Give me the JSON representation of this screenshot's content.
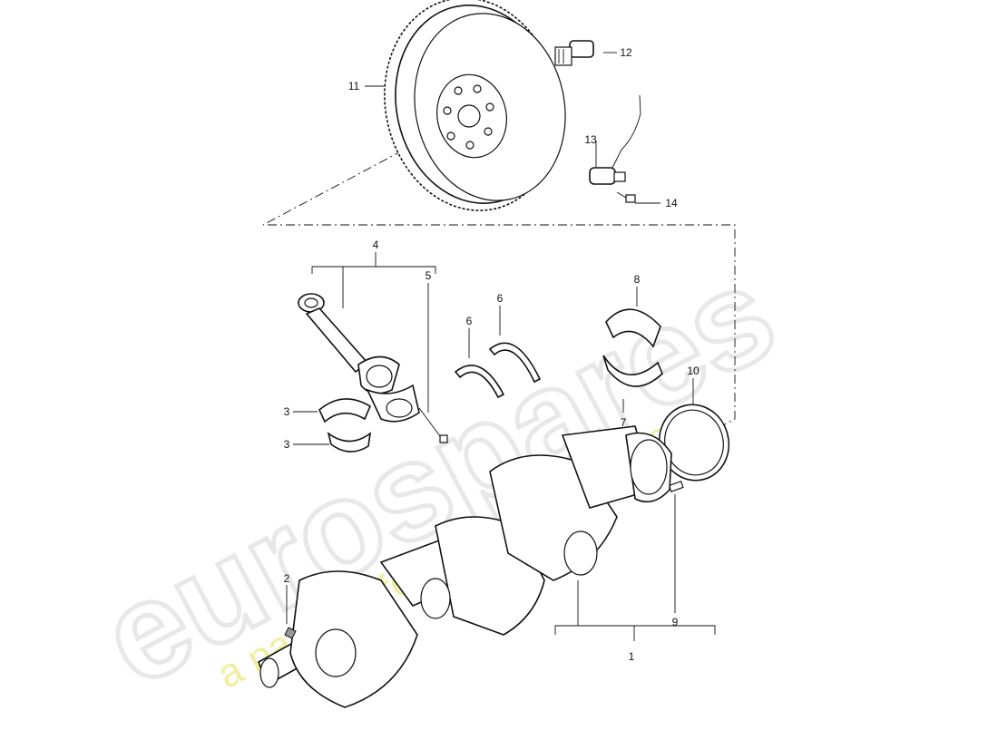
{
  "watermark": {
    "brand": "eurospares",
    "tagline": "a passion for parts since 1985"
  },
  "callouts": [
    {
      "id": "c1",
      "label": "1"
    },
    {
      "id": "c2",
      "label": "2"
    },
    {
      "id": "c3a",
      "label": "3"
    },
    {
      "id": "c3b",
      "label": "3"
    },
    {
      "id": "c4",
      "label": "4"
    },
    {
      "id": "c5",
      "label": "5"
    },
    {
      "id": "c6a",
      "label": "6"
    },
    {
      "id": "c6b",
      "label": "6"
    },
    {
      "id": "c7",
      "label": "7"
    },
    {
      "id": "c8",
      "label": "8"
    },
    {
      "id": "c9",
      "label": "9"
    },
    {
      "id": "c10",
      "label": "10"
    },
    {
      "id": "c11",
      "label": "11"
    },
    {
      "id": "c12",
      "label": "12"
    },
    {
      "id": "c13",
      "label": "13"
    },
    {
      "id": "c14",
      "label": "14"
    }
  ],
  "colors": {
    "line": "#111111",
    "watermark_brand": "#e8e8e8",
    "watermark_tagline": "#f1ef9e"
  }
}
